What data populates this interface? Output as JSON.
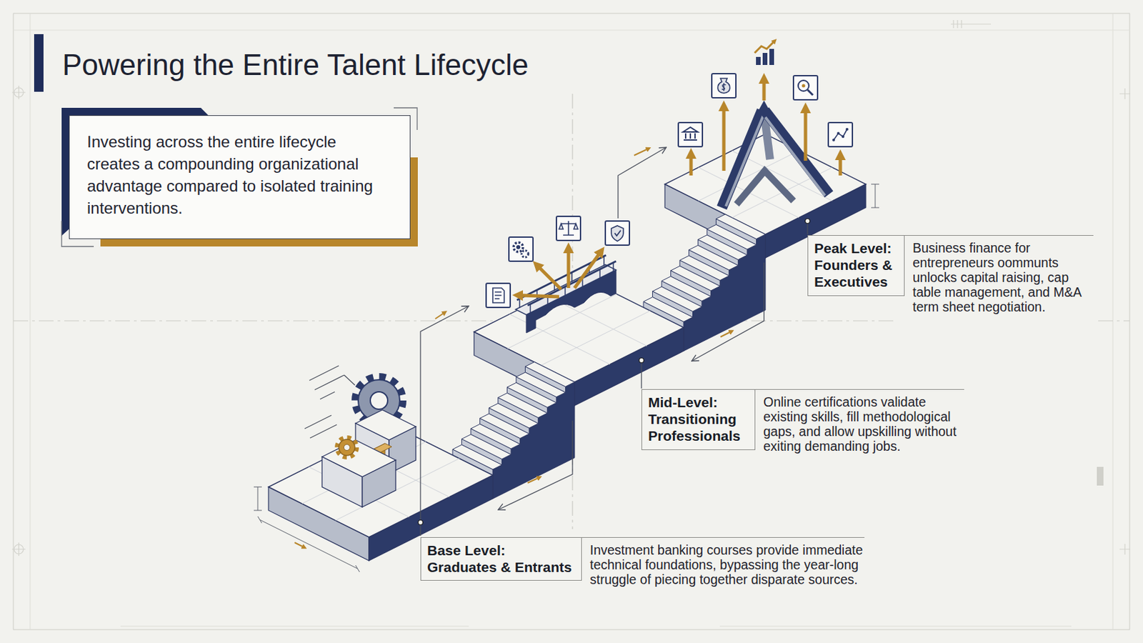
{
  "diagram": {
    "title": "Powering the Entire Talent Lifecycle",
    "nodes": [
      {
        "text": [
          "Investing across the entire lifecycle creates a compounding organizational advantage compared to isolated training interventions."
        ]
      },
      {
        "text": [
          "Peak Level: Founders & Executives",
          "Business finance for entrepreneurs oommunts unlocks capital raising, cap table management, and M&A term sheet negotiation."
        ]
      },
      {
        "text": [
          "Mid-Level: Transitioning Professionals",
          "Online certifications validate existing skills, fill methodological gaps, and allow upskilling without exiting demanding jobs."
        ]
      },
      {
        "text": [
          "Base Level: Graduates & Entrants",
          "Investment banking courses provide immediate technical foundations, bypassing the year-long struggle of piecing together disparate sources."
        ]
      }
    ]
  }
}
